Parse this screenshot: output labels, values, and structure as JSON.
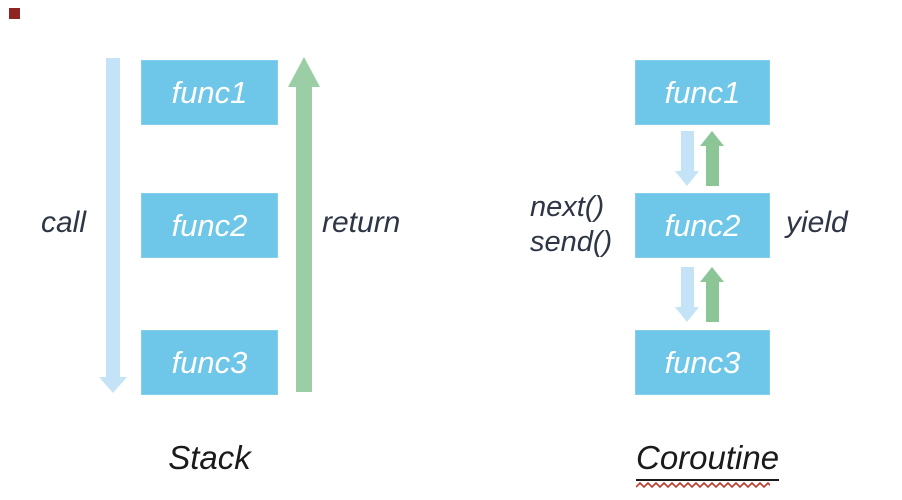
{
  "colors": {
    "box_fill": "#6EC6E8",
    "box_text": "#FFFFFF",
    "down_arrow": "#C5E3F7",
    "up_arrow_long": "#9BCEA4",
    "up_arrow_short": "#8CC697",
    "side_label": "#2E3545",
    "title": "#1A1A1A",
    "squiggle": "#C23B2E",
    "corner_marker": "#8E2424"
  },
  "stack": {
    "title": "Stack",
    "left_arrow_label": "call",
    "right_arrow_label": "return",
    "boxes": [
      "func1",
      "func2",
      "func3"
    ]
  },
  "coroutine": {
    "title": "Coroutine",
    "left_labels": [
      "next()",
      "send()"
    ],
    "right_label": "yield",
    "boxes": [
      "func1",
      "func2",
      "func3"
    ]
  }
}
